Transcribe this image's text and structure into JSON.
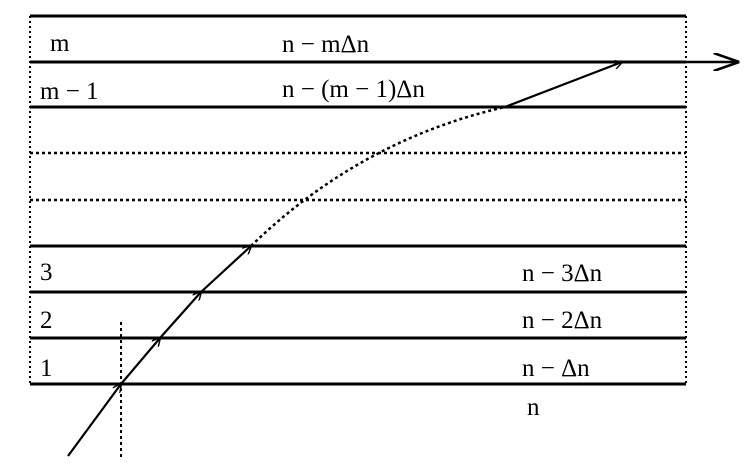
{
  "layers": [
    {
      "number": "m",
      "index_label": "n − mΔn"
    },
    {
      "number": "m − 1",
      "index_label": "n − (m − 1)Δn"
    },
    {
      "number": "3",
      "index_label": "n − 3Δn"
    },
    {
      "number": "2",
      "index_label": "n − 2Δn"
    },
    {
      "number": "1",
      "index_label": "n − Δn"
    }
  ],
  "substrate_label": "n",
  "colors": {
    "ink": "#000000",
    "background": "#ffffff"
  }
}
